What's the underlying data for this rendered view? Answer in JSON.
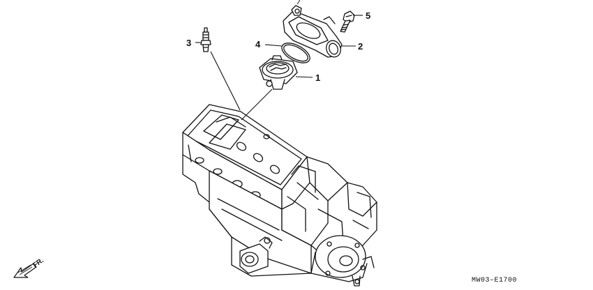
{
  "callouts": [
    {
      "id": "1",
      "label": "1"
    },
    {
      "id": "2",
      "label": "2"
    },
    {
      "id": "3",
      "label": "3"
    },
    {
      "id": "4",
      "label": "4"
    },
    {
      "id": "5",
      "label": "5"
    }
  ],
  "drawing_code": "MW03–E1700",
  "direction_label": "FR.",
  "icons": {
    "direction": "front-arrow-icon"
  }
}
